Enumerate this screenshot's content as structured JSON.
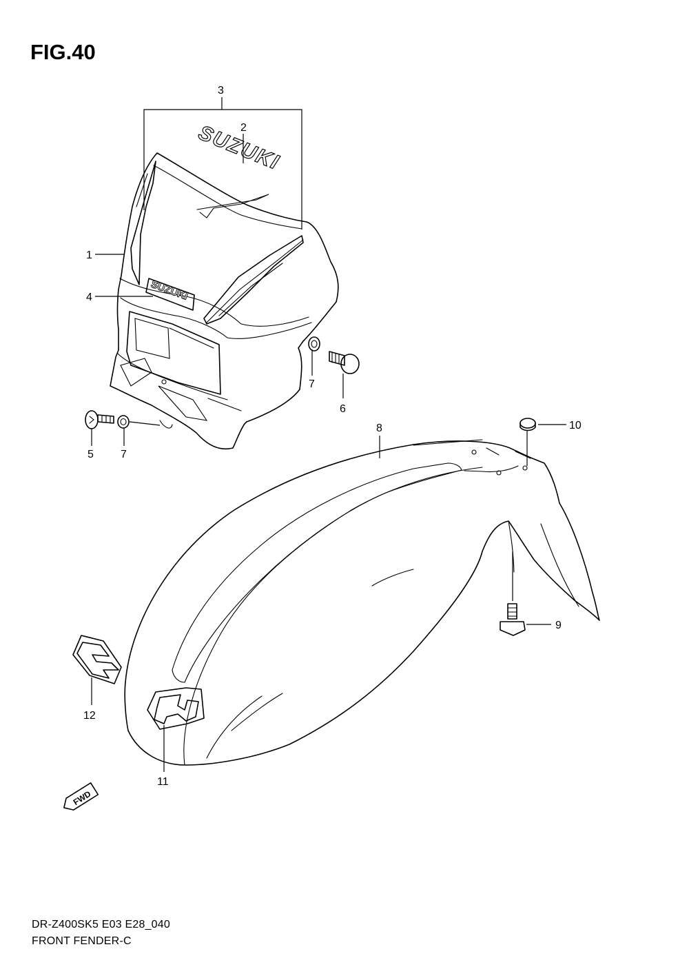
{
  "figure": {
    "title": "FIG.40"
  },
  "footer": {
    "model_code": "DR-Z400SK5 E03 E28_040",
    "section_name": "FRONT FENDER-C"
  },
  "callouts": {
    "c1": "1",
    "c2": "2",
    "c3": "3",
    "c4": "4",
    "c5": "5",
    "c6": "6",
    "c7a": "7",
    "c7b": "7",
    "c8": "8",
    "c9": "9",
    "c10": "10",
    "c11": "11",
    "c12": "12"
  },
  "decals": {
    "headlamp_top_logo": "SUZUKI",
    "headlamp_emblem": "SUZUKI",
    "fwd_arrow": "FWD"
  },
  "colors": {
    "line": "#000000",
    "background": "#ffffff"
  }
}
